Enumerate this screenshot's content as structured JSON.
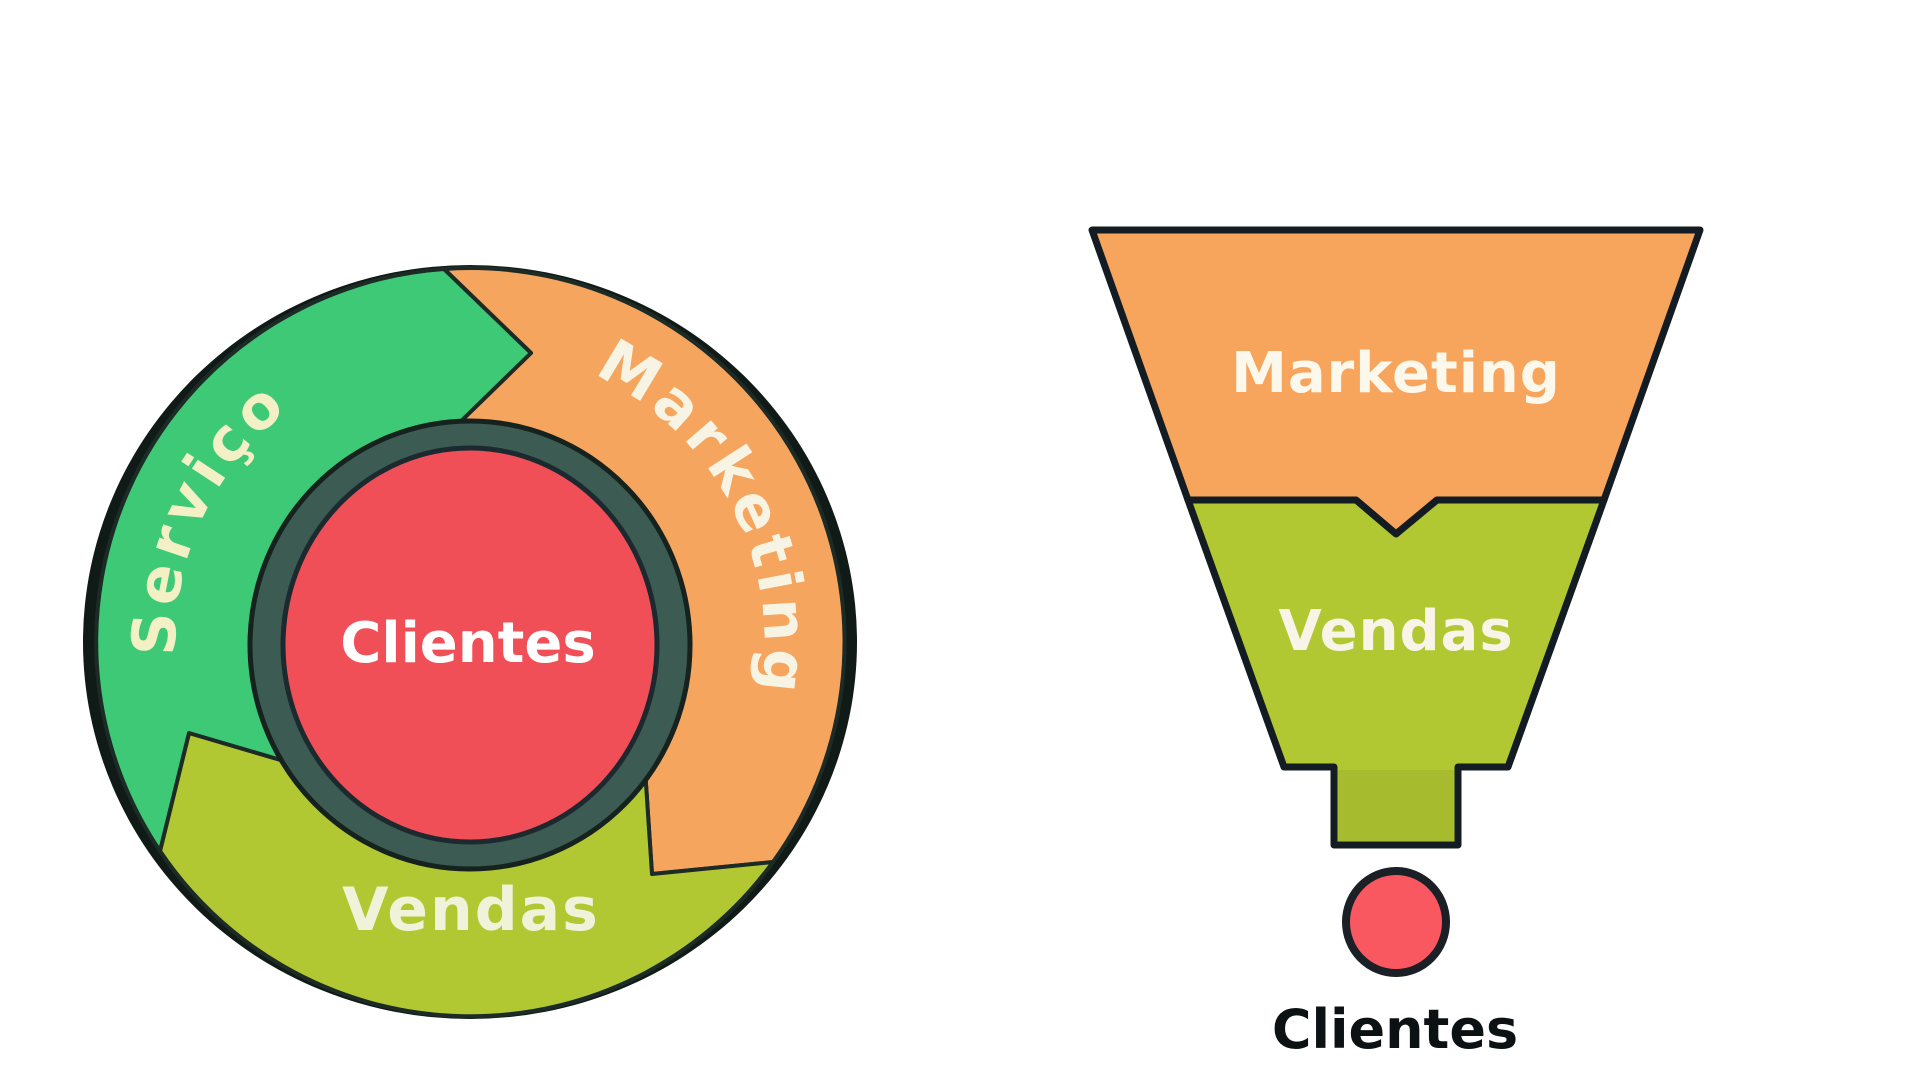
{
  "page": {
    "background": "#ffffff"
  },
  "flywheel": {
    "type": "flywheel-diagram",
    "center_label": "Clientes",
    "center_label_color": "#ffffff",
    "hub_color": "#f04f58",
    "ring_color": "#3c5b52",
    "rim_color": "#101b17",
    "segment_stroke": "#1d2b26",
    "segments": [
      {
        "id": "marketing",
        "label": "Marketing",
        "color": "#f6a55f",
        "text_color": "#f8f4e4"
      },
      {
        "id": "vendas",
        "label": "Vendas",
        "color": "#b2c832",
        "text_color": "#f1f2da"
      },
      {
        "id": "servico",
        "label": "Serviço",
        "color": "#3ec977",
        "text_color": "#f4f0c5"
      }
    ]
  },
  "funnel": {
    "type": "funnel-diagram",
    "outline_color": "#131c22",
    "stages": [
      {
        "id": "marketing",
        "label": "Marketing",
        "color": "#f7a55d",
        "text_color": "#fdf8ec"
      },
      {
        "id": "vendas",
        "label": "Vendas",
        "color": "#b2c832",
        "text_color": "#f8f5e8"
      }
    ],
    "outlet": {
      "label": "Clientes",
      "drop_color": "#fa5860",
      "drop_stroke": "#1b2026",
      "label_color": "#0c1114"
    }
  }
}
